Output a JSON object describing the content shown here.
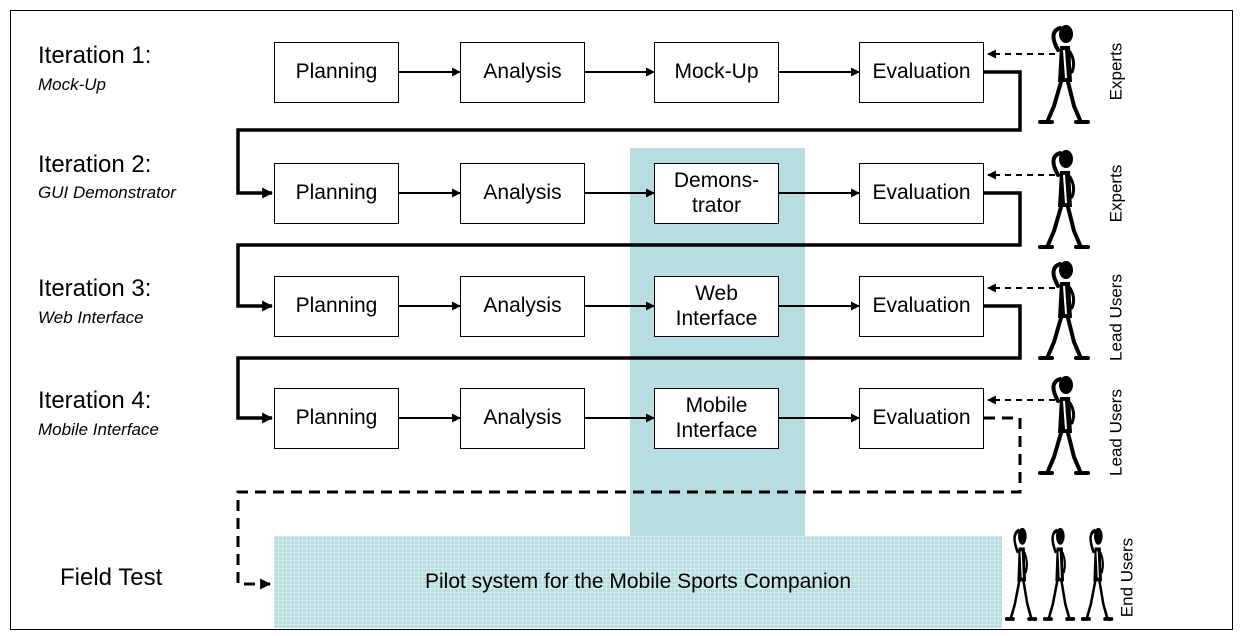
{
  "iterations": [
    {
      "title": "Iteration 1:",
      "subtitle": "Mock-Up",
      "steps": [
        "Planning",
        "Analysis",
        "Mock-Up",
        "Evaluation"
      ],
      "reviewer": "Experts"
    },
    {
      "title": "Iteration 2:",
      "subtitle": "GUI Demonstrator",
      "steps": [
        "Planning",
        "Analysis",
        "Demons-\ntrator",
        "Evaluation"
      ],
      "reviewer": "Experts"
    },
    {
      "title": "Iteration 3:",
      "subtitle": "Web Interface",
      "steps": [
        "Planning",
        "Analysis",
        "Web\nInterface",
        "Evaluation"
      ],
      "reviewer": "Lead Users"
    },
    {
      "title": "Iteration 4:",
      "subtitle": "Mobile Interface",
      "steps": [
        "Planning",
        "Analysis",
        "Mobile\nInterface",
        "Evaluation"
      ],
      "reviewer": "Lead Users"
    }
  ],
  "field_test": {
    "title": "Field Test",
    "system": "Pilot system for the Mobile Sports Companion",
    "reviewer": "End Users"
  },
  "colors": {
    "highlight": "#b7dde1",
    "line": "#000000"
  },
  "icons": {
    "person": "thinking-stick-figure-icon",
    "group": "user-group-figures-icon"
  }
}
